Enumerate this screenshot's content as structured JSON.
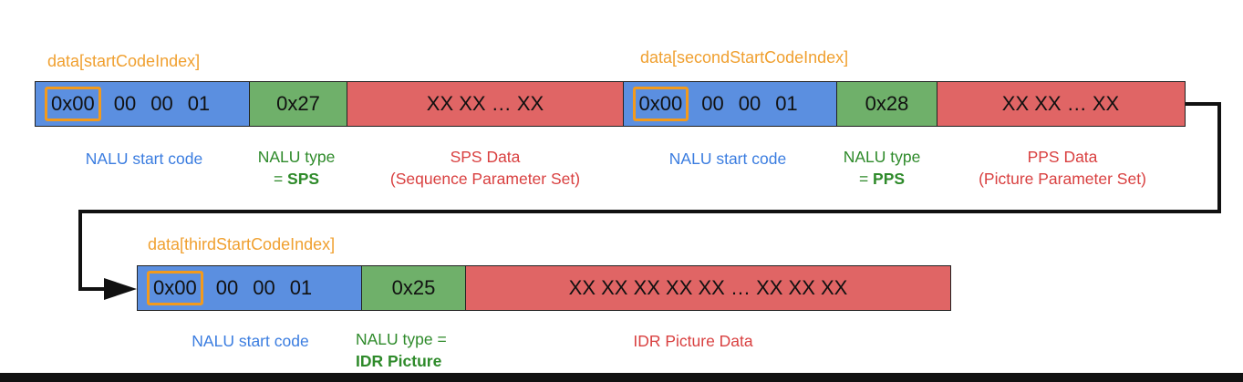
{
  "row1": {
    "label_start": "data[startCodeIndex]",
    "label_second": "data[secondStartCodeIndex]",
    "sc1": {
      "first": "0x00",
      "rest": [
        "00",
        "00",
        "01"
      ]
    },
    "type1": "0x27",
    "sps_bytes": "XX  XX  …  XX",
    "sc2": {
      "first": "0x00",
      "rest": [
        "00",
        "00",
        "01"
      ]
    },
    "type2": "0x28",
    "pps_bytes": "XX  XX  … XX",
    "cap_sc1": "NALU start code",
    "cap_type1_line1": "NALU type",
    "cap_type1_prefix": "= ",
    "cap_type1_bold": "SPS",
    "cap_sps_line1": "SPS Data",
    "cap_sps_line2": "(Sequence Parameter Set)",
    "cap_sc2": "NALU start code",
    "cap_type2_line1": "NALU type",
    "cap_type2_prefix": "= ",
    "cap_type2_bold": "PPS",
    "cap_pps_line1": "PPS Data",
    "cap_pps_line2": "(Picture Parameter Set)"
  },
  "row2": {
    "label_third": "data[thirdStartCodeIndex]",
    "sc3": {
      "first": "0x00",
      "rest": [
        "00",
        "00",
        "01"
      ]
    },
    "type3": "0x25",
    "idr_bytes": "XX  XX  XX  XX  XX  …  XX  XX  XX",
    "cap_sc3": "NALU start code",
    "cap_type3_line1": "NALU type =",
    "cap_type3_bold": "IDR Picture",
    "cap_idr": "IDR Picture Data"
  },
  "colors": {
    "start_code": "#5b8fe0",
    "nalu_type": "#6fb06a",
    "payload": "#e06565",
    "index_highlight": "#f39a1c"
  }
}
